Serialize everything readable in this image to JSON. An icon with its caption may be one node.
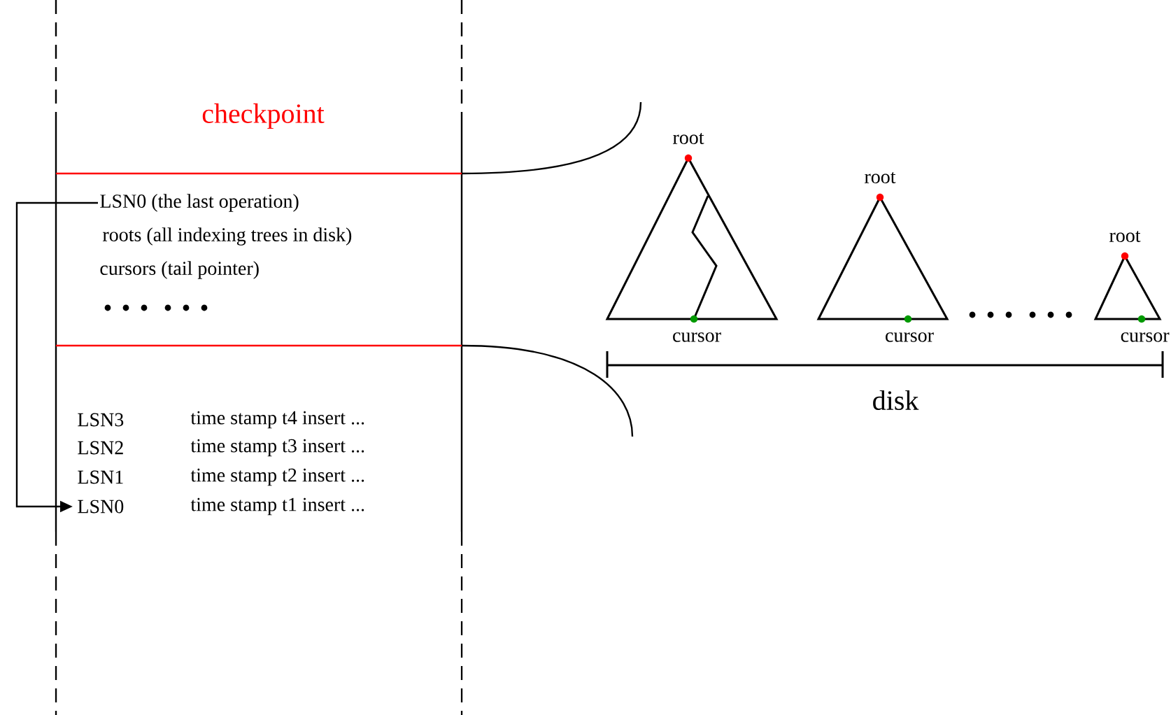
{
  "diagram": {
    "nodes": [
      {
        "text": [
          "LSN0 (the last operation)"
        ]
      },
      {
        "text": [
          "LSN0"
        ]
      }
    ],
    "edges": [
      {
        "from": 0,
        "to": 1,
        "arrow": "to"
      }
    ],
    "labels": [
      "checkpoint",
      "roots (all indexing trees in disk)",
      "cursors (tail pointer)",
      "LSN3",
      "time stamp t4 insert ...",
      "LSN2",
      "time stamp t3 insert ...",
      "LSN1",
      "time stamp t2 insert ...",
      "time stamp t1 insert ...",
      "root",
      "root",
      "root",
      "cursor",
      "cursor",
      "cursor",
      "disk"
    ]
  }
}
